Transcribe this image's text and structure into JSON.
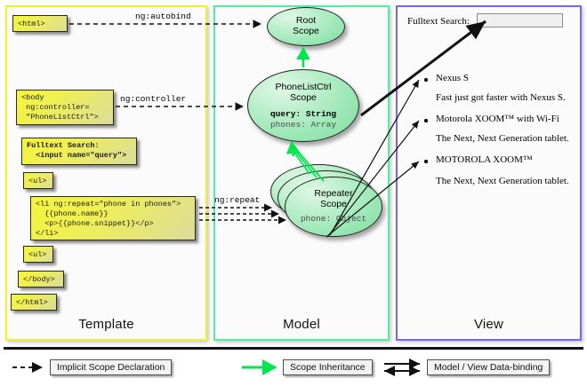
{
  "diagram": {
    "columns": [
      {
        "id": "template",
        "label": "Template",
        "color": "#f2f22a"
      },
      {
        "id": "model",
        "label": "Model",
        "color": "#4ef0a0"
      },
      {
        "id": "view",
        "label": "View",
        "color": "#7b63ef"
      }
    ]
  },
  "template": {
    "boxes": [
      {
        "id": "html-open",
        "text": "<html>"
      },
      {
        "id": "body-open",
        "text": "<body\n ng:controller=\n \"PhoneListCtrl\">"
      },
      {
        "id": "search",
        "text": "Fulltext Search:\n  <input name=\"query\">"
      },
      {
        "id": "ul-open",
        "text": "<ul>"
      },
      {
        "id": "li-repeat",
        "text": "<li ng:repeat=\"phone in phones\">\n  {{phone.name}}\n  <p>{{phone.snippet}}</p>\n</li>"
      },
      {
        "id": "ul-close",
        "text": "<ul>"
      },
      {
        "id": "body-close",
        "text": "</body>"
      },
      {
        "id": "html-close",
        "text": "</html>"
      }
    ]
  },
  "model": {
    "scopes": [
      {
        "id": "root-scope",
        "title_line1": "Root",
        "title_line2": "Scope",
        "properties": []
      },
      {
        "id": "phonelistctrl-scope",
        "title_line1": "PhoneListCtrl",
        "title_line2": "Scope",
        "properties": [
          {
            "text": "query: String",
            "emphasis": "strong"
          },
          {
            "text": "phones: Array",
            "emphasis": "dim"
          }
        ]
      },
      {
        "id": "repeater-scope",
        "title_line1": "Repeater",
        "title_line2": "Scope",
        "properties": [
          {
            "text": "phone: Object",
            "emphasis": "dim"
          }
        ]
      }
    ]
  },
  "view": {
    "search_label": "Fulltext Search:",
    "search_value": "",
    "phones": [
      {
        "name": "Nexus S",
        "snippet": "Fast just got faster with Nexus S."
      },
      {
        "name": "Motorola XOOM™  with Wi-Fi",
        "snippet": "The Next, Next Generation tablet."
      },
      {
        "name": "MOTOROLA XOOM™",
        "snippet": "The Next, Next Generation tablet."
      }
    ]
  },
  "edges": {
    "autobind": "ng:autobind",
    "controller": "ng:controller",
    "repeat": "ng:repeat"
  },
  "legend": [
    {
      "id": "implicit-scope-declaration",
      "label": "Implicit Scope Declaration",
      "style": "dashed-arrow",
      "color": "#111111"
    },
    {
      "id": "scope-inheritance",
      "label": "Scope Inheritance",
      "style": "solid-arrow",
      "color": "#00e64d"
    },
    {
      "id": "model-view-data-binding",
      "label": "Model / View Data-binding",
      "style": "double-arrow",
      "color": "#111111"
    }
  ]
}
